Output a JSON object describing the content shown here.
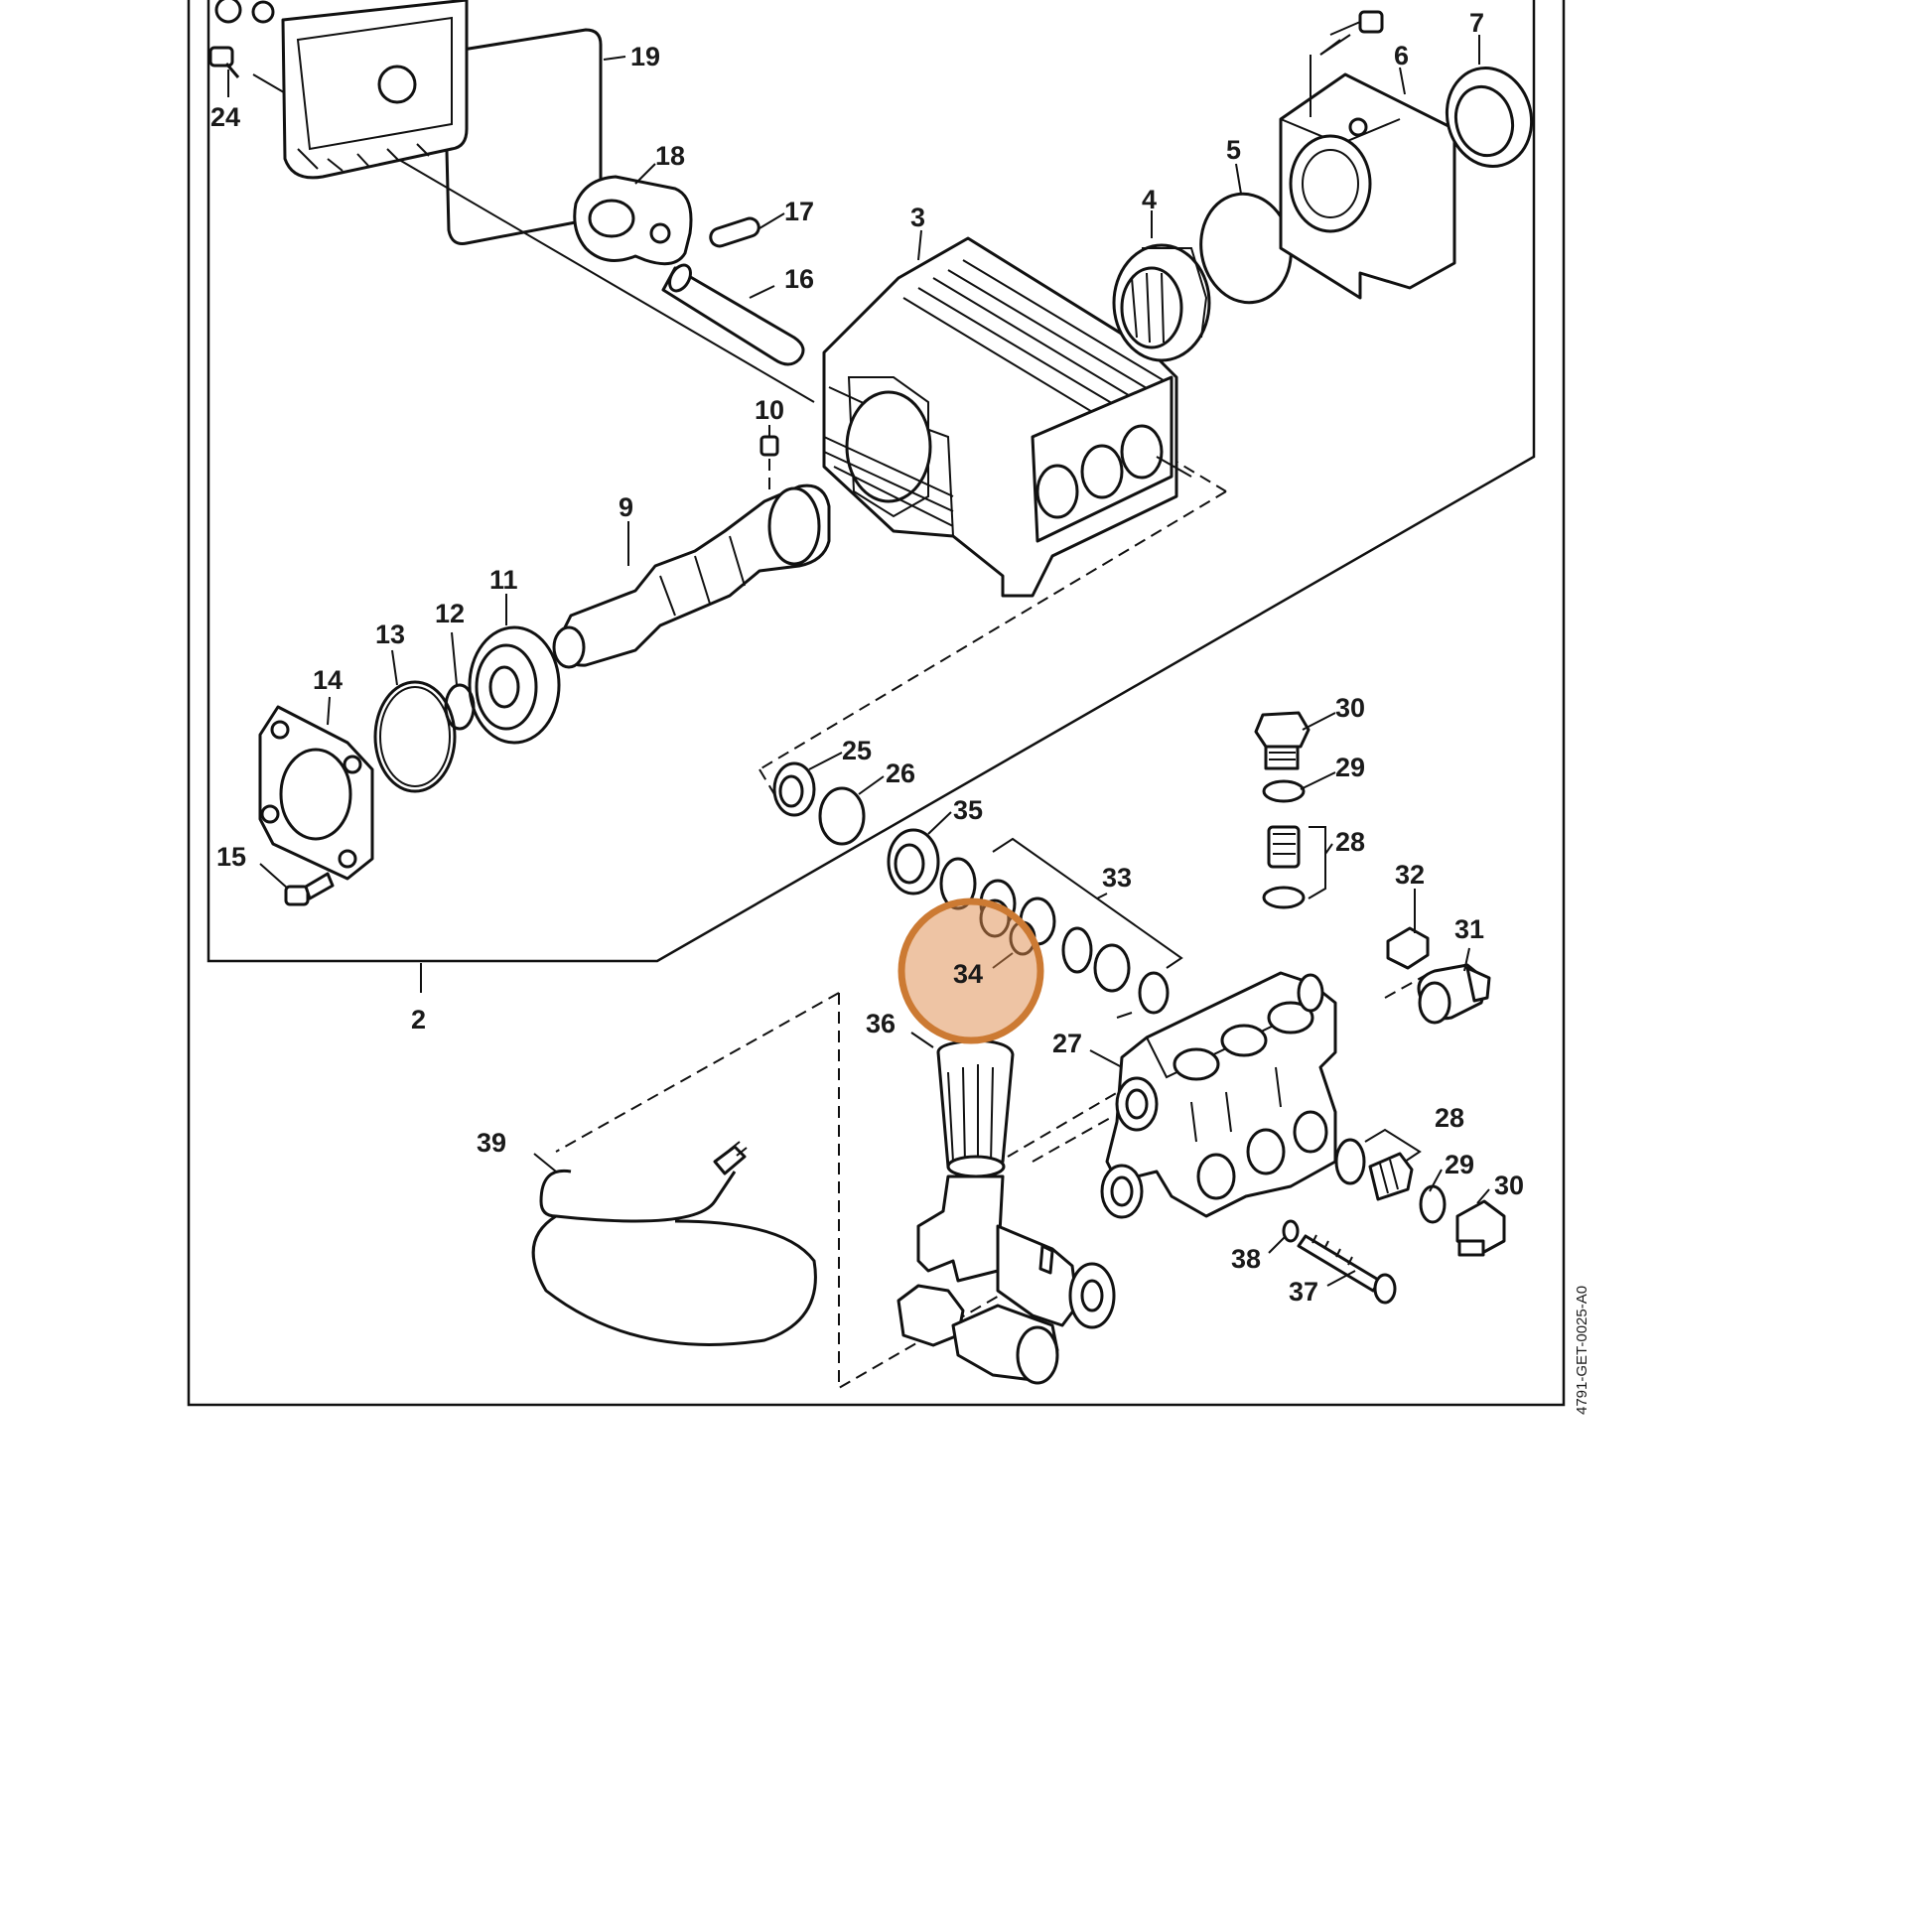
{
  "diagram": {
    "doc_code": "4791-GET-0025-A0",
    "highlighted_label": "34",
    "highlight_color": "#dd8a4a",
    "labels": {
      "p2": "2",
      "p3": "3",
      "p4": "4",
      "p5": "5",
      "p6": "6",
      "p7": "7",
      "p9": "9",
      "p10": "10",
      "p11": "11",
      "p12": "12",
      "p13": "13",
      "p14": "14",
      "p15": "15",
      "p16": "16",
      "p17": "17",
      "p18": "18",
      "p19": "19",
      "p24": "24",
      "p25": "25",
      "p26": "26",
      "p27": "27",
      "p28a": "28",
      "p28b": "28",
      "p29a": "29",
      "p29b": "29",
      "p30a": "30",
      "p30b": "30",
      "p31": "31",
      "p32": "32",
      "p33": "33",
      "p34": "34",
      "p35": "35",
      "p36": "36",
      "p37": "37",
      "p38": "38",
      "p39": "39"
    }
  }
}
